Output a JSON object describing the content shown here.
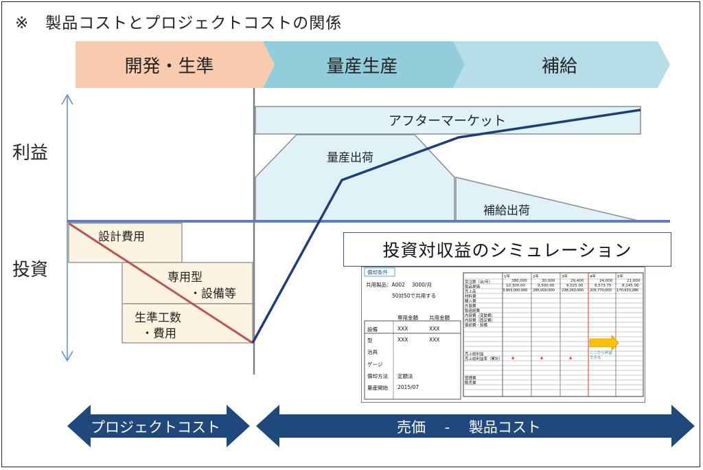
{
  "title": "※　製品コストとプロジェクトコストの関係",
  "phases": [
    {
      "label": "開発・生準",
      "color": "#f8cbad"
    },
    {
      "label": "量産生産",
      "color": "#92cddc"
    },
    {
      "label": "補給",
      "color": "#b7dde8"
    }
  ],
  "axis": {
    "profit": "利益",
    "investment": "投資"
  },
  "regions": {
    "aftermarket": "アフターマーケット",
    "mass_shipping": "量産出荷",
    "supply_shipping": "補給出荷"
  },
  "costs": {
    "design": "設計費用",
    "dedicated_line1": "専用型",
    "dedicated_line2": "・設備等",
    "prep_line1": "生準工数",
    "prep_line2": "・費用"
  },
  "simulation": {
    "title": "投資対収益のシミュレーション",
    "conditions_title": "償却条件",
    "common_part": "共用製品：A002　 3000/月",
    "share_note": "50対50で共用する",
    "col_dedicated": "専用金額",
    "col_shared": "共用金額",
    "rows": [
      {
        "label": "設備",
        "a": "XXX",
        "b": "XXX"
      },
      {
        "label": "型",
        "a": "XXX",
        "b": "XXX"
      },
      {
        "label": "治具",
        "a": "",
        "b": ""
      },
      {
        "label": "ゲージ",
        "a": "",
        "b": ""
      },
      {
        "label": "償却方法",
        "a": "定額法",
        "b": ""
      },
      {
        "label": "量産開始",
        "a": "2015/07",
        "b": ""
      }
    ],
    "year_headers": [
      "1年",
      "2年",
      "3年",
      "4年",
      "5年"
    ],
    "row_labels": [
      "受注数（台/年）",
      "製品単価",
      "売上高",
      "材料費",
      "購入費",
      "外製費",
      "製造経費",
      "内部費（変動費）",
      "内部費（固定費）",
      "償却費・設備"
    ],
    "qty": [
      "380,000",
      "30,000",
      "29,400",
      "24,000",
      "21,000"
    ],
    "unit_price": [
      "10,300.00",
      "9,500.00",
      "9,025.00",
      "8,573.75",
      "8,145.06"
    ],
    "sales": [
      "3,903,000,000",
      "285,000,000",
      "238,260,000",
      "205,770,000",
      "170,933,286"
    ],
    "profit_label": "売上総利益",
    "profit_rate_label": "売上総利益率（累計）",
    "mgmt_label": "管理費",
    "sales_cost_label": "販売費",
    "note": "ここから利益できる",
    "neg_marker": "▲"
  },
  "bottom": {
    "project_cost": "プロジェクトコスト",
    "product_cost": "売価　 -　 製品コスト"
  }
}
